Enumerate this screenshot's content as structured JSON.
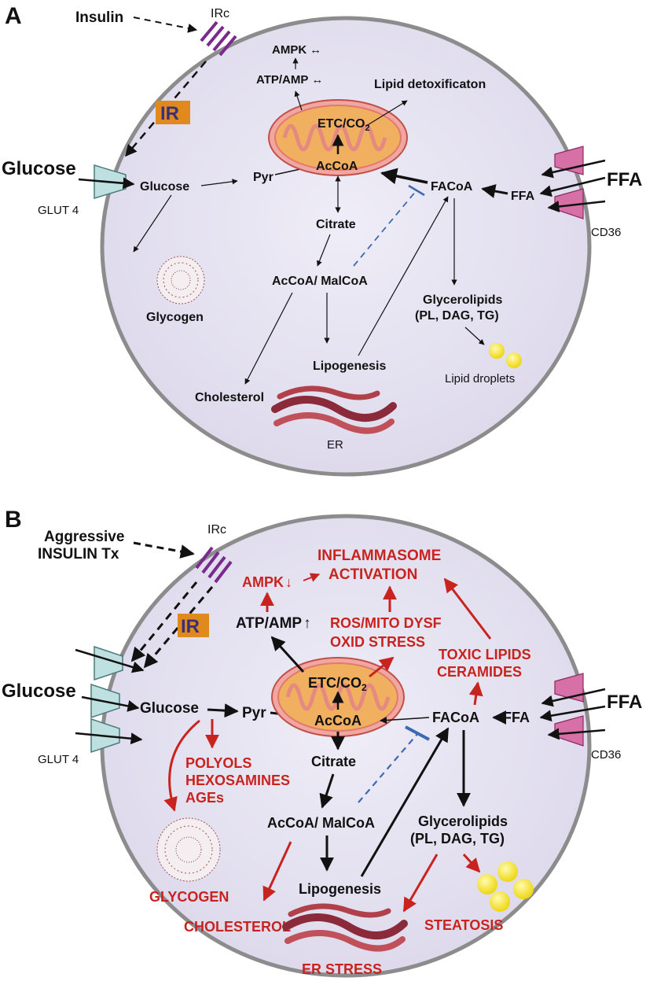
{
  "panel_a": {
    "letter": "A",
    "insulin": "Insulin",
    "irc": "IRc",
    "ir": "IR",
    "glucose_outside": "Glucose",
    "glut4": "GLUT 4",
    "glucose_inside": "Glucose",
    "glycogen": "Glycogen",
    "pyr": "Pyr",
    "accoa": "AcCoA",
    "etc": "ETC/CO",
    "etc_sub": "2",
    "atp_amp": "ATP/AMP",
    "atp_arrow": "↔",
    "ampk": "AMPK",
    "ampk_arrow": "↔",
    "lipid_detox": "Lipid detoxificaton",
    "citrate": "Citrate",
    "accoa_malcoa": "AcCoA/ MalCoA",
    "lipogenesis": "Lipogenesis",
    "cholesterol": "Cholesterol",
    "er": "ER",
    "facoa": "FACoA",
    "ffa_inside": "FFA",
    "ffa_outside": "FFA",
    "cd36": "CD36",
    "glycerolipids": "Glycerolipids",
    "glycerolipids_sub": "(PL, DAG, TG)",
    "lipid_droplets": "Lipid droplets"
  },
  "panel_b": {
    "letter": "B",
    "aggressive_1": "Aggressive",
    "aggressive_2": "INSULIN Tx",
    "irc": "IRc",
    "ir": "IR",
    "glucose_outside": "Glucose",
    "glut4": "GLUT 4",
    "glucose_inside": "Glucose",
    "pyr": "Pyr",
    "accoa": "AcCoA",
    "etc": "ETC/CO",
    "etc_sub": "2",
    "atp_amp": "ATP/AMP",
    "atp_arrow": "↑",
    "ampk": "AMPK",
    "ampk_arrow": "↓",
    "inflammasome_1": "INFLAMMASOME",
    "inflammasome_2": "ACTIVATION",
    "ros_1": "ROS/MITO DYSF",
    "ros_2": "OXID STRESS",
    "toxic_1": "TOXIC LIPIDS",
    "toxic_2": "CERAMIDES",
    "polyols_1": "POLYOLS",
    "polyols_2": "HEXOSAMINES",
    "polyols_3": "AGEs",
    "citrate": "Citrate",
    "accoa_malcoa": "AcCoA/ MalCoA",
    "lipogenesis": "Lipogenesis",
    "glycogen": "GLYCOGEN",
    "cholesterol": "CHOLESTEROL",
    "er_stress": "ER STRESS",
    "facoa": "FACoA",
    "ffa_inside": "FFA",
    "ffa_outside": "FFA",
    "cd36": "CD36",
    "glycerolipids": "Glycerolipids",
    "glycerolipids_sub": "(PL, DAG, TG)",
    "steatosis": "STEATOSIS"
  },
  "colors": {
    "cell_fill": "#e6e3f1",
    "cell_border": "#8c8c8c",
    "red": "#c8231e",
    "ir_box": "#e08a1e",
    "ir_text": "#3a2f7a",
    "receptor": "#7a2a8c",
    "glut": "#bfe0e0",
    "cd36": "#d870a8",
    "mito_outer": "#e07a7a",
    "mito_inner": "#f0b060",
    "droplet": "#f3e21c",
    "inhibit": "#3a6ab0"
  }
}
